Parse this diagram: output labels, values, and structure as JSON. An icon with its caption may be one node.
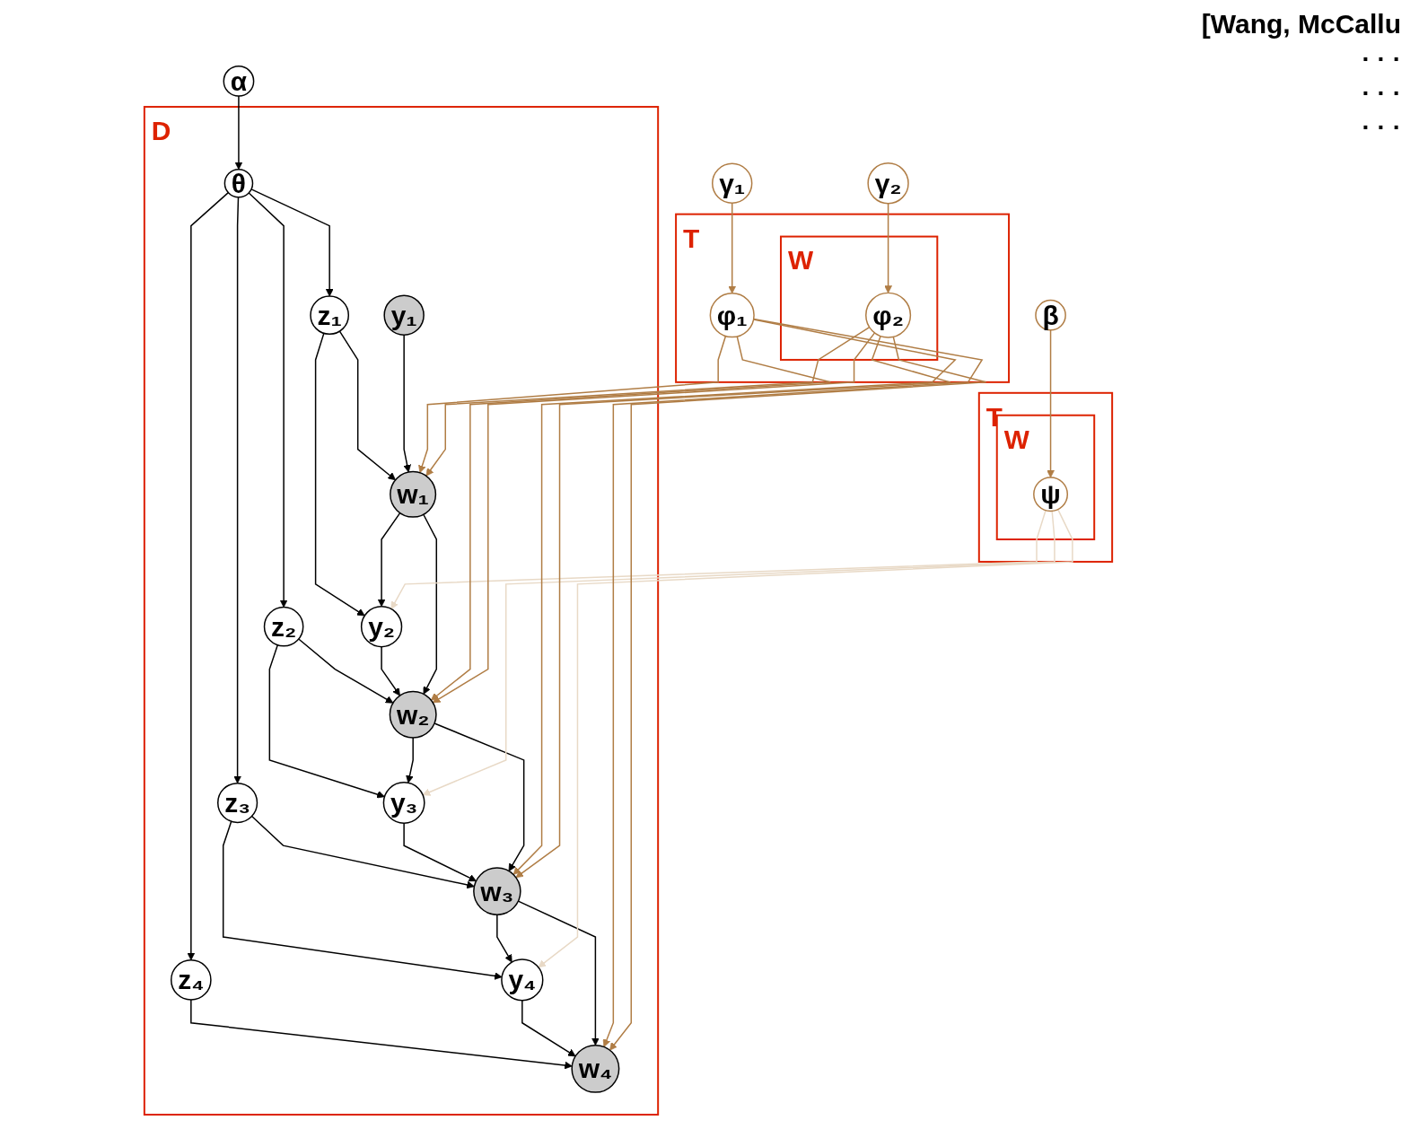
{
  "diagram": {
    "nodes": [
      {
        "text": [
          "α"
        ]
      },
      {
        "text": [
          "D"
        ]
      },
      {
        "text": [
          "θ"
        ],
        "in": 1
      },
      {
        "text": [
          "z₁"
        ],
        "in": 1
      },
      {
        "text": [
          "z₂"
        ],
        "in": 1
      },
      {
        "text": [
          "z₃"
        ],
        "in": 1
      },
      {
        "text": [
          "z₄"
        ],
        "in": 1
      },
      {
        "text": [
          "y₁"
        ],
        "in": 1
      },
      {
        "text": [
          "y₂"
        ],
        "in": 1
      },
      {
        "text": [
          "y₃"
        ],
        "in": 1
      },
      {
        "text": [
          "y₄"
        ],
        "in": 1
      },
      {
        "text": [
          "w₁"
        ],
        "in": 1
      },
      {
        "text": [
          "w₂"
        ],
        "in": 1
      },
      {
        "text": [
          "w₃"
        ],
        "in": 1
      },
      {
        "text": [
          "w₄"
        ],
        "in": 1
      },
      {
        "text": [
          "β"
        ]
      },
      {
        "text": [
          "T"
        ]
      },
      {
        "text": [
          "W"
        ],
        "in": 16
      },
      {
        "text": [
          "ψ"
        ],
        "in": 17
      },
      {
        "text": [
          "γ₁"
        ]
      },
      {
        "text": [
          "T"
        ]
      },
      {
        "text": [
          "φ₁"
        ],
        "in": 20
      },
      {
        "text": [
          "W"
        ],
        "in": 20
      },
      {
        "text": [
          "φ₂"
        ],
        "in": 22
      },
      {
        "text": [
          "γ₂"
        ]
      }
    ],
    "edges": [
      {
        "from": 0,
        "to": 2,
        "arrow": "to"
      },
      {
        "from": 2,
        "to": 3,
        "arrow": "to"
      },
      {
        "from": 2,
        "to": 4,
        "arrow": "to"
      },
      {
        "from": 2,
        "to": 5,
        "arrow": "to"
      },
      {
        "from": 2,
        "to": 6,
        "arrow": "to"
      },
      {
        "from": 3,
        "to": 11,
        "arrow": "to"
      },
      {
        "from": 3,
        "to": 8,
        "arrow": "to"
      },
      {
        "from": 4,
        "to": 12,
        "arrow": "to"
      },
      {
        "from": 4,
        "to": 9,
        "arrow": "to"
      },
      {
        "from": 5,
        "to": 13,
        "arrow": "to"
      },
      {
        "from": 5,
        "to": 10,
        "arrow": "to"
      },
      {
        "from": 6,
        "to": 14,
        "arrow": "to"
      },
      {
        "from": 7,
        "to": 11,
        "arrow": "to"
      },
      {
        "from": 8,
        "to": 12,
        "arrow": "to"
      },
      {
        "from": 9,
        "to": 13,
        "arrow": "to"
      },
      {
        "from": 10,
        "to": 14,
        "arrow": "to"
      },
      {
        "from": 11,
        "to": 8,
        "arrow": "to"
      },
      {
        "from": 12,
        "to": 9,
        "arrow": "to"
      },
      {
        "from": 13,
        "to": 10,
        "arrow": "to"
      },
      {
        "from": 11,
        "to": 12,
        "arrow": "to"
      },
      {
        "from": 12,
        "to": 13,
        "arrow": "to"
      },
      {
        "from": 13,
        "to": 14,
        "arrow": "to"
      },
      {
        "from": 18,
        "to": 8,
        "arrow": "to",
        "color": "#e8d9c6"
      },
      {
        "from": 18,
        "to": 9,
        "arrow": "to",
        "color": "#e8d9c6"
      },
      {
        "from": 18,
        "to": 10,
        "arrow": "to",
        "color": "#e8d9c6"
      },
      {
        "from": 21,
        "to": 11,
        "arrow": "to",
        "color": "#b07d45"
      },
      {
        "from": 21,
        "to": 12,
        "arrow": "to",
        "color": "#b07d45"
      },
      {
        "from": 21,
        "to": 13,
        "arrow": "to",
        "color": "#b07d45"
      },
      {
        "from": 21,
        "to": 14,
        "arrow": "to",
        "color": "#b07d45"
      },
      {
        "from": 23,
        "to": 11,
        "arrow": "to",
        "color": "#b07d45"
      },
      {
        "from": 23,
        "to": 12,
        "arrow": "to",
        "color": "#b07d45"
      },
      {
        "from": 23,
        "to": 13,
        "arrow": "to",
        "color": "#b07d45"
      },
      {
        "from": 23,
        "to": 14,
        "arrow": "to",
        "color": "#b07d45"
      },
      {
        "from": 15,
        "to": 18,
        "arrow": "to",
        "color": "#b07d45"
      },
      {
        "from": 19,
        "to": 21,
        "arrow": "to",
        "color": "#b07d45"
      },
      {
        "from": 24,
        "to": 23,
        "arrow": "to",
        "color": "#b07d45"
      }
    ],
    "labels": [
      "[Wang, McCallu",
      "· · ·",
      "· · ·",
      "· · ·"
    ]
  }
}
